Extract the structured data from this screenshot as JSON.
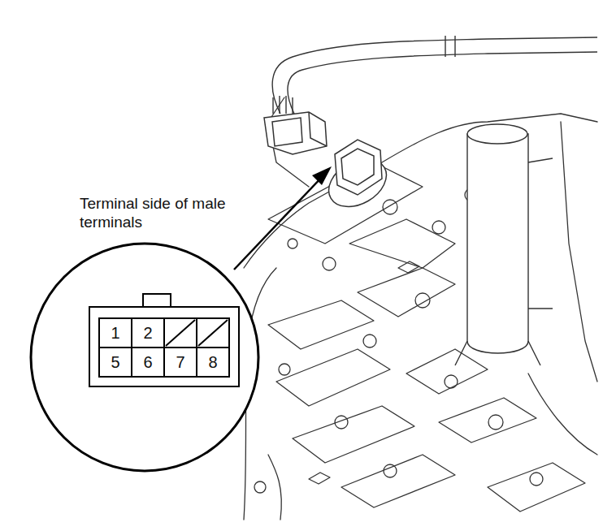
{
  "diagram": {
    "labels": [
      "Terminal side of male terminals",
      "1",
      "2",
      "5",
      "6",
      "7",
      "8"
    ]
  }
}
